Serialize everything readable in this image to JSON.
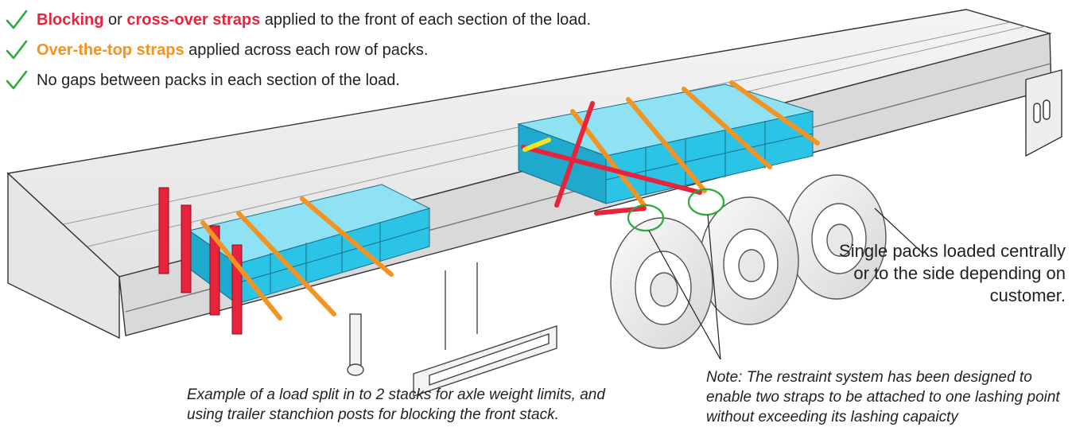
{
  "checklist": [
    {
      "segments": [
        {
          "text": "Blocking",
          "style": "red"
        },
        {
          "text": " or ",
          "style": "plain"
        },
        {
          "text": "cross-over straps",
          "style": "red"
        },
        {
          "text": " applied to the front of each section of the load.",
          "style": "plain"
        }
      ]
    },
    {
      "segments": [
        {
          "text": "Over-the-top straps",
          "style": "orange"
        },
        {
          "text": " applied across each row of packs.",
          "style": "plain"
        }
      ]
    },
    {
      "segments": [
        {
          "text": "No gaps between packs in each section of the load.",
          "style": "plain"
        }
      ]
    }
  ],
  "callouts": {
    "single_packs": "Single packs loaded centrally or to the side depending on customer.",
    "front_stack": "Example of a load split in to 2 stacks for axle weight limits, and using trailer stanchion posts for blocking the front stack.",
    "restraint_note": "Note: The restraint system has been designed to enable two straps to be attached to one lashing point without exceeding its lashing capaicty"
  },
  "colors": {
    "check": "#2bab3a",
    "blocking_red": "#e8243c",
    "strap_orange": "#f39322",
    "pack_blue": "#2cc4e6",
    "circle_green": "#2bab3a",
    "text": "#231f20"
  },
  "icons": [
    "check-icon",
    "lashing-point-circle-icon"
  ]
}
